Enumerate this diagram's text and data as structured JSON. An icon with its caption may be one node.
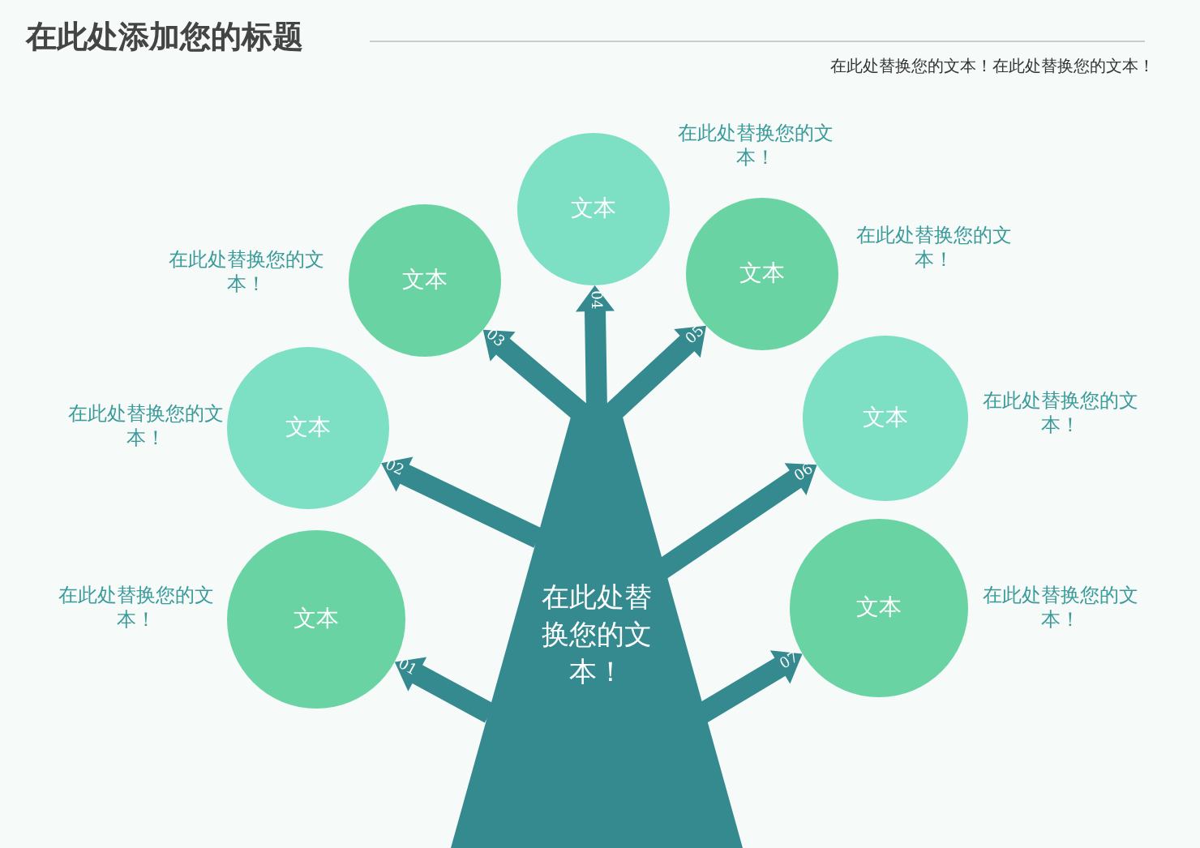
{
  "diagram": {
    "title": "在此处添加您的标题",
    "nodes": [
      {
        "text": [
          "在此处替换您的文本！"
        ]
      },
      {
        "text": [
          "文本"
        ],
        "beside": [
          "在此处替换您的文本！"
        ]
      },
      {
        "text": [
          "文本"
        ],
        "beside": [
          "在此处替换您的文本！"
        ]
      },
      {
        "text": [
          "文本"
        ],
        "beside": [
          "在此处替换您的文本！"
        ]
      },
      {
        "text": [
          "文本"
        ],
        "beside": [
          "在此处替换您的文本！"
        ]
      },
      {
        "text": [
          "文本"
        ],
        "beside": [
          "在此处替换您的文本！"
        ]
      },
      {
        "text": [
          "文本"
        ],
        "beside": [
          "在此处替换您的文本！"
        ]
      },
      {
        "text": [
          "文本"
        ],
        "beside": [
          "在此处替换您的文本！"
        ]
      }
    ],
    "edges": [
      {
        "from": 0,
        "to": 1,
        "arrow": "to",
        "label": "01"
      },
      {
        "from": 0,
        "to": 2,
        "arrow": "to",
        "label": "02"
      },
      {
        "from": 0,
        "to": 3,
        "arrow": "to",
        "label": "03"
      },
      {
        "from": 0,
        "to": 4,
        "arrow": "to",
        "label": "04"
      },
      {
        "from": 0,
        "to": 5,
        "arrow": "to",
        "label": "05"
      },
      {
        "from": 0,
        "to": 6,
        "arrow": "to",
        "label": "06"
      },
      {
        "from": 0,
        "to": 7,
        "arrow": "to",
        "label": "07"
      }
    ],
    "labels": [
      "在此处替换您的文本！在此处替换您的文本！"
    ]
  }
}
